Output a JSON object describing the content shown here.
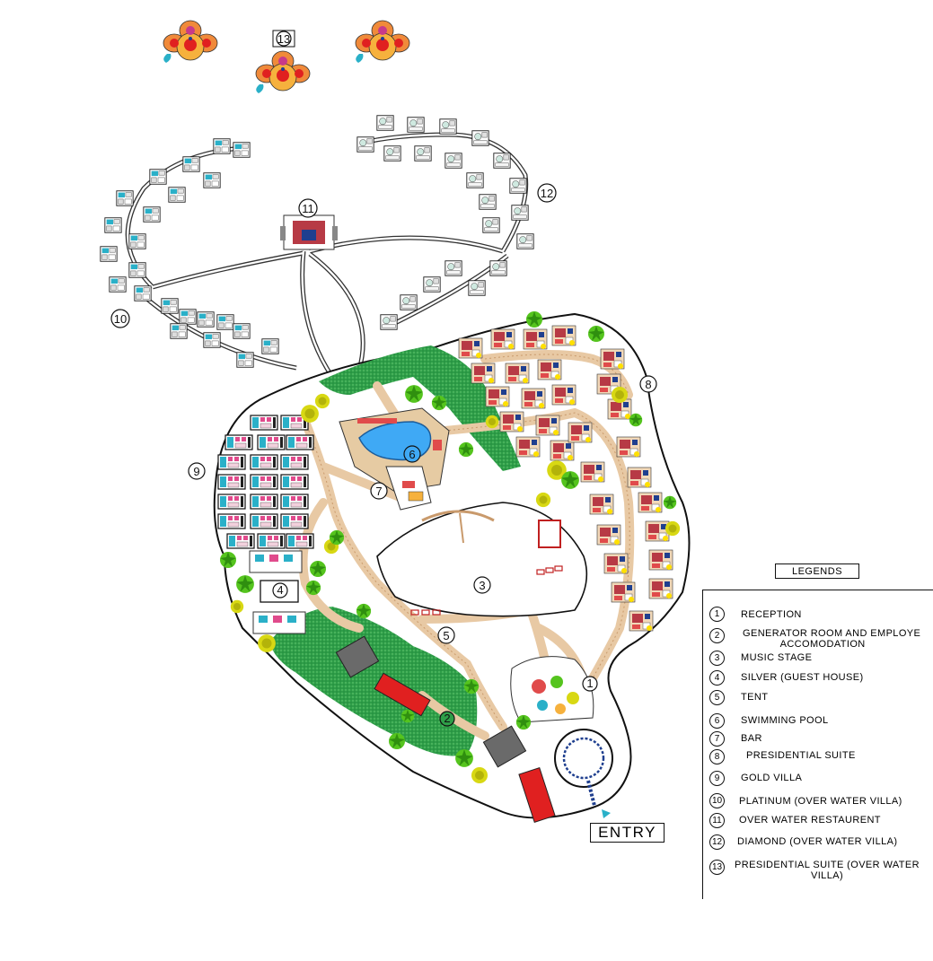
{
  "map": {
    "entry_label": "ENTRY",
    "zone_markers": [
      {
        "id": "1",
        "label": "1"
      },
      {
        "id": "2",
        "label": "2"
      },
      {
        "id": "3",
        "label": "3"
      },
      {
        "id": "4",
        "label": "4"
      },
      {
        "id": "5",
        "label": "5"
      },
      {
        "id": "6",
        "label": "6"
      },
      {
        "id": "7",
        "label": "7"
      },
      {
        "id": "8",
        "label": "8"
      },
      {
        "id": "9",
        "label": "9"
      },
      {
        "id": "10",
        "label": "10"
      },
      {
        "id": "11",
        "label": "11"
      },
      {
        "id": "12",
        "label": "12"
      },
      {
        "id": "13",
        "label": "13"
      }
    ],
    "colors": {
      "island_outline": "#111111",
      "path_fill": "#e8c9a4",
      "lawn": "#2e9e48",
      "pool": "#3fa9f5",
      "villa_teal": "#2ab0c8",
      "villa_pink": "#e04b8c",
      "tree": "#55c41e",
      "flower": "#d8d813",
      "generator": "#e02020",
      "gray_block": "#6a6a6a"
    }
  },
  "legend": {
    "title": "LEGENDS",
    "items": [
      {
        "num": "1",
        "label": "RECEPTION"
      },
      {
        "num": "2",
        "label": "GENERATOR ROOM AND EMPLOYE",
        "label2": "ACCOMODATION"
      },
      {
        "num": "3",
        "label": "MUSIC STAGE"
      },
      {
        "num": "4",
        "label": "SILVER (GUEST HOUSE)"
      },
      {
        "num": "5",
        "label": "TENT"
      },
      {
        "num": "6",
        "label": "SWIMMING POOL"
      },
      {
        "num": "7",
        "label": "BAR"
      },
      {
        "num": "8",
        "label": "PRESIDENTIAL  SUITE"
      },
      {
        "num": "9",
        "label": "GOLD VILLA"
      },
      {
        "num": "10",
        "label": "PLATINUM (OVER WATER VILLA)"
      },
      {
        "num": "11",
        "label": "OVER WATER RESTAURENT"
      },
      {
        "num": "12",
        "label": "DIAMOND (OVER WATER VILLA)"
      },
      {
        "num": "13",
        "label": "PRESIDENTIAL SUITE (OVER WATER",
        "label2": "VILLA)"
      }
    ]
  }
}
